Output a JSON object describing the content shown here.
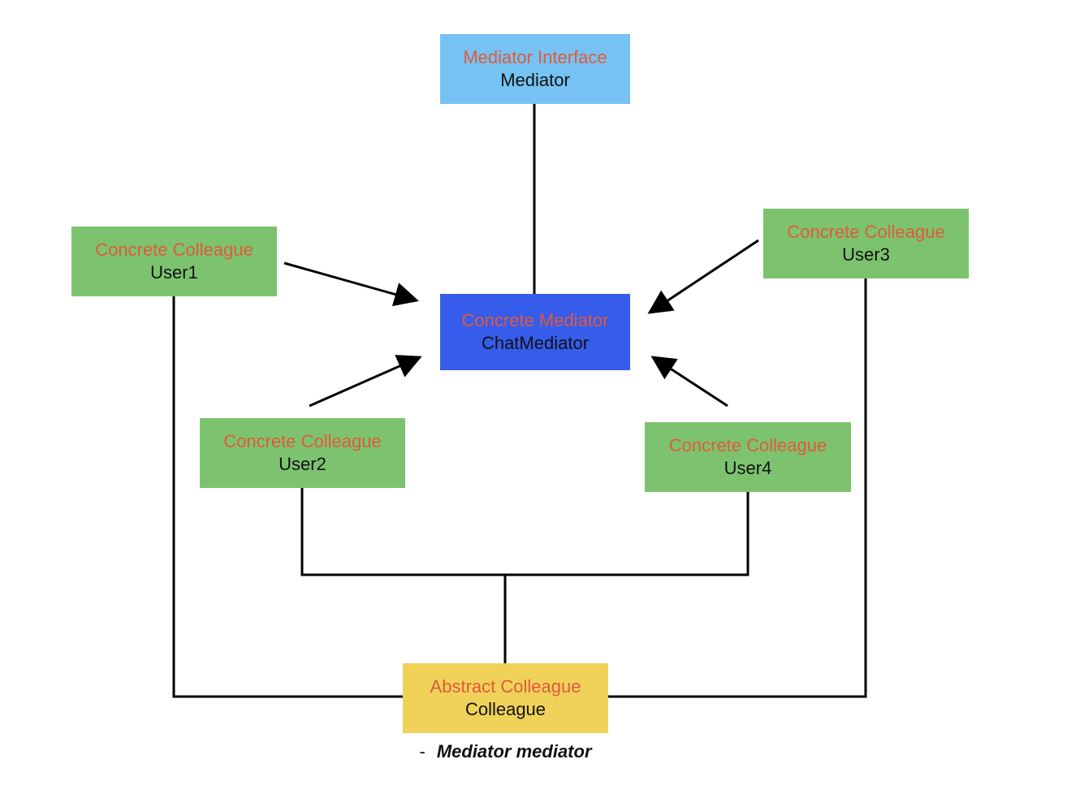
{
  "colors": {
    "stereotype_text": "#e05a3a",
    "class_text": "#111111",
    "interface_fill": "#76c3f3",
    "concrete_mediator_fill": "#355ceb",
    "concrete_colleague_fill": "#7dc36f",
    "abstract_colleague_fill": "#f0d25a",
    "connector": "#000000"
  },
  "nodes": {
    "mediator_interface": {
      "stereotype": "Mediator Interface",
      "name": "Mediator"
    },
    "chat_mediator": {
      "stereotype": "Concrete Mediator",
      "name": "ChatMediator"
    },
    "user1": {
      "stereotype": "Concrete Colleague",
      "name": "User1"
    },
    "user2": {
      "stereotype": "Concrete Colleague",
      "name": "User2"
    },
    "user3": {
      "stereotype": "Concrete Colleague",
      "name": "User3"
    },
    "user4": {
      "stereotype": "Concrete Colleague",
      "name": "User4"
    },
    "abstract_colleague": {
      "stereotype": "Abstract Colleague",
      "name": "Colleague",
      "field_marker": "-",
      "field": "Mediator mediator"
    }
  },
  "edges": [
    {
      "from": "mediator_interface",
      "to": "chat_mediator",
      "style": "line"
    },
    {
      "from": "user1",
      "to": "chat_mediator",
      "style": "arrow"
    },
    {
      "from": "user2",
      "to": "chat_mediator",
      "style": "arrow"
    },
    {
      "from": "user3",
      "to": "chat_mediator",
      "style": "arrow"
    },
    {
      "from": "user4",
      "to": "chat_mediator",
      "style": "arrow"
    },
    {
      "from": "user1",
      "to": "abstract_colleague",
      "style": "line"
    },
    {
      "from": "user2",
      "to": "abstract_colleague",
      "style": "line"
    },
    {
      "from": "user3",
      "to": "abstract_colleague",
      "style": "line"
    },
    {
      "from": "user4",
      "to": "abstract_colleague",
      "style": "line"
    }
  ]
}
